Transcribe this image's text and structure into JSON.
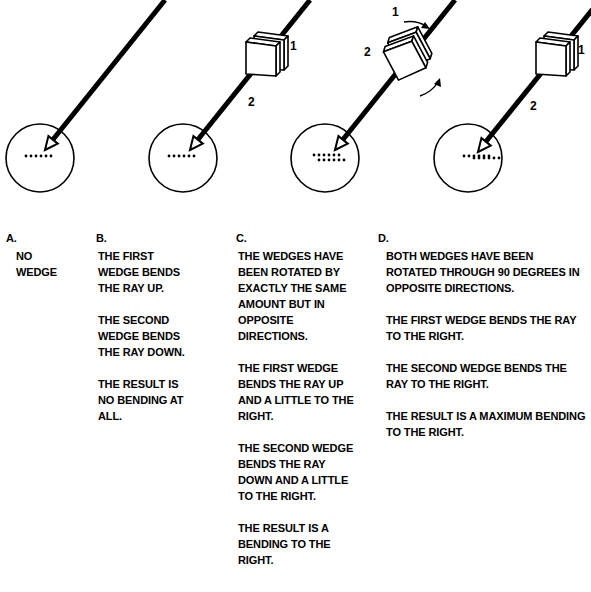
{
  "diagram": {
    "labels": [
      "1",
      "2",
      "1",
      "2",
      "1",
      "2",
      "A.",
      "NO WEDGE",
      "B.",
      "THE FIRST WEDGE BENDS THE RAY UP.",
      "THE SECOND WEDGE BENDS THE RAY DOWN.",
      "THE RESULT IS NO BENDING AT ALL.",
      "C.",
      "THE WEDGES HAVE BEEN ROTATED BY EXACTLY THE SAME AMOUNT BUT IN OPPOSITE DIRECTIONS.",
      "THE FIRST WEDGE BENDS THE RAY UP AND A LITTLE TO THE RIGHT.",
      "THE SECOND WEDGE BENDS THE RAY DOWN AND A LITTLE TO THE RIGHT.",
      "THE RESULT IS A BENDING TO THE RIGHT.",
      "D.",
      "BOTH WEDGES HAVE BEEN ROTATED THROUGH 90 DEGREES IN OPPOSITE DIRECTIONS.",
      "THE FIRST WEDGE BENDS THE RAY TO THE RIGHT.",
      "THE SECOND WEDGE BENDS THE RAY TO THE RIGHT.",
      "THE RESULT IS A MAXIMUM BENDING TO THE RIGHT."
    ]
  }
}
